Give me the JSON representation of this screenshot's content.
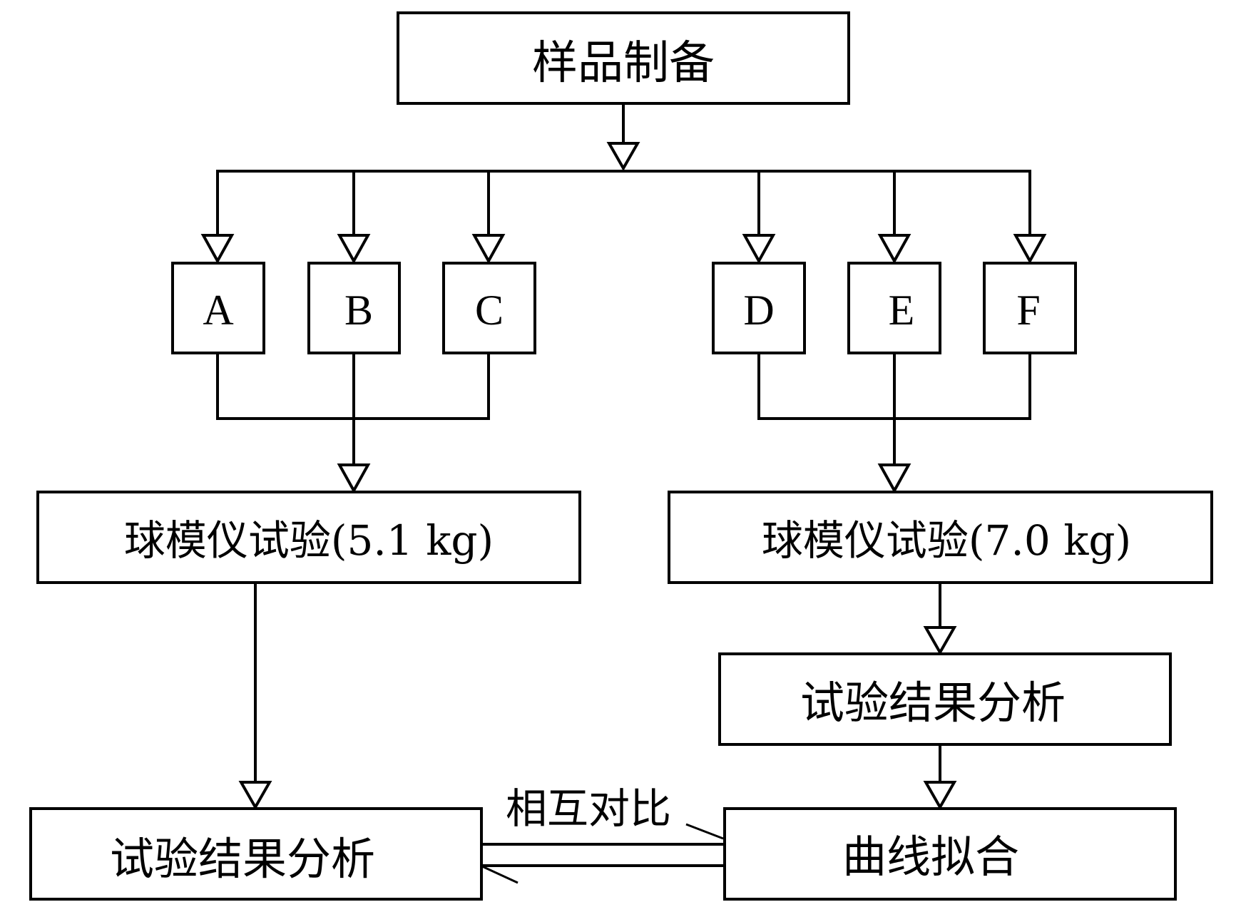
{
  "nodes": {
    "sample_prep": "样品制备",
    "group_a": "A",
    "group_b": "B",
    "group_c": "C",
    "group_d": "D",
    "group_e": "E",
    "group_f": "F",
    "ball_test_left": "球模仪试验(5.1 kg)",
    "ball_test_right": "球模仪试验(7.0 kg)",
    "analysis_right": "试验结果分析",
    "analysis_left": "试验结果分析",
    "curve_fit": "曲线拟合"
  },
  "edges": {
    "compare_label": "相互对比"
  }
}
